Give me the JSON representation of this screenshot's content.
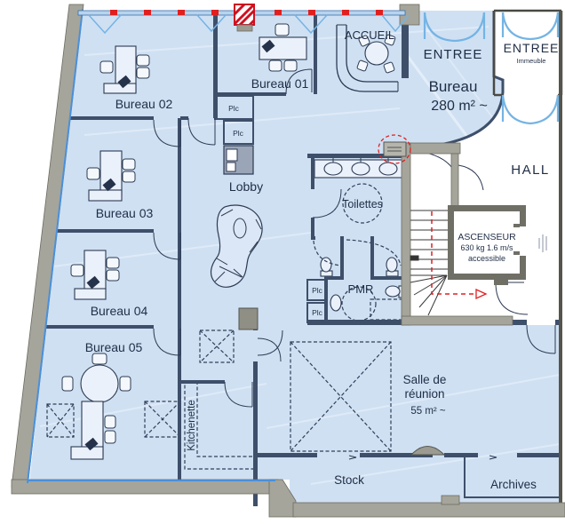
{
  "plan": {
    "offices": {
      "b01": "Bureau 01",
      "b02": "Bureau 02",
      "b03": "Bureau 03",
      "b04": "Bureau 04",
      "b05": "Bureau 05"
    },
    "accueil": "ACCUEIL",
    "entree_office": "ENTREE",
    "entree_immeuble": {
      "label": "ENTREE",
      "sub": "Immeuble"
    },
    "surface": {
      "name": "Bureau",
      "area": "280 m² ~"
    },
    "hall": "HALL",
    "ascenseur": {
      "name": "ASCENSEUR",
      "spec": "630 kg 1.6 m/s",
      "note": "accessible"
    },
    "lobby": "Lobby",
    "toilettes": "Toilettes",
    "pmr": "PMR",
    "plc": "Plc",
    "kitchenette": "Kitchenette",
    "salle": {
      "l1": "Salle de",
      "l2": "réunion",
      "area": "55 m² ~"
    },
    "stock": "Stock",
    "archives": "Archives"
  },
  "colors": {
    "floor": "#cfe0f3",
    "wall": "#3e4f6a",
    "concrete": "#a5a59b",
    "door_arc": "#74b4e4",
    "alert_red": "#e02020",
    "label": "#1f2d45",
    "accent_text": "#1d1dcf"
  }
}
